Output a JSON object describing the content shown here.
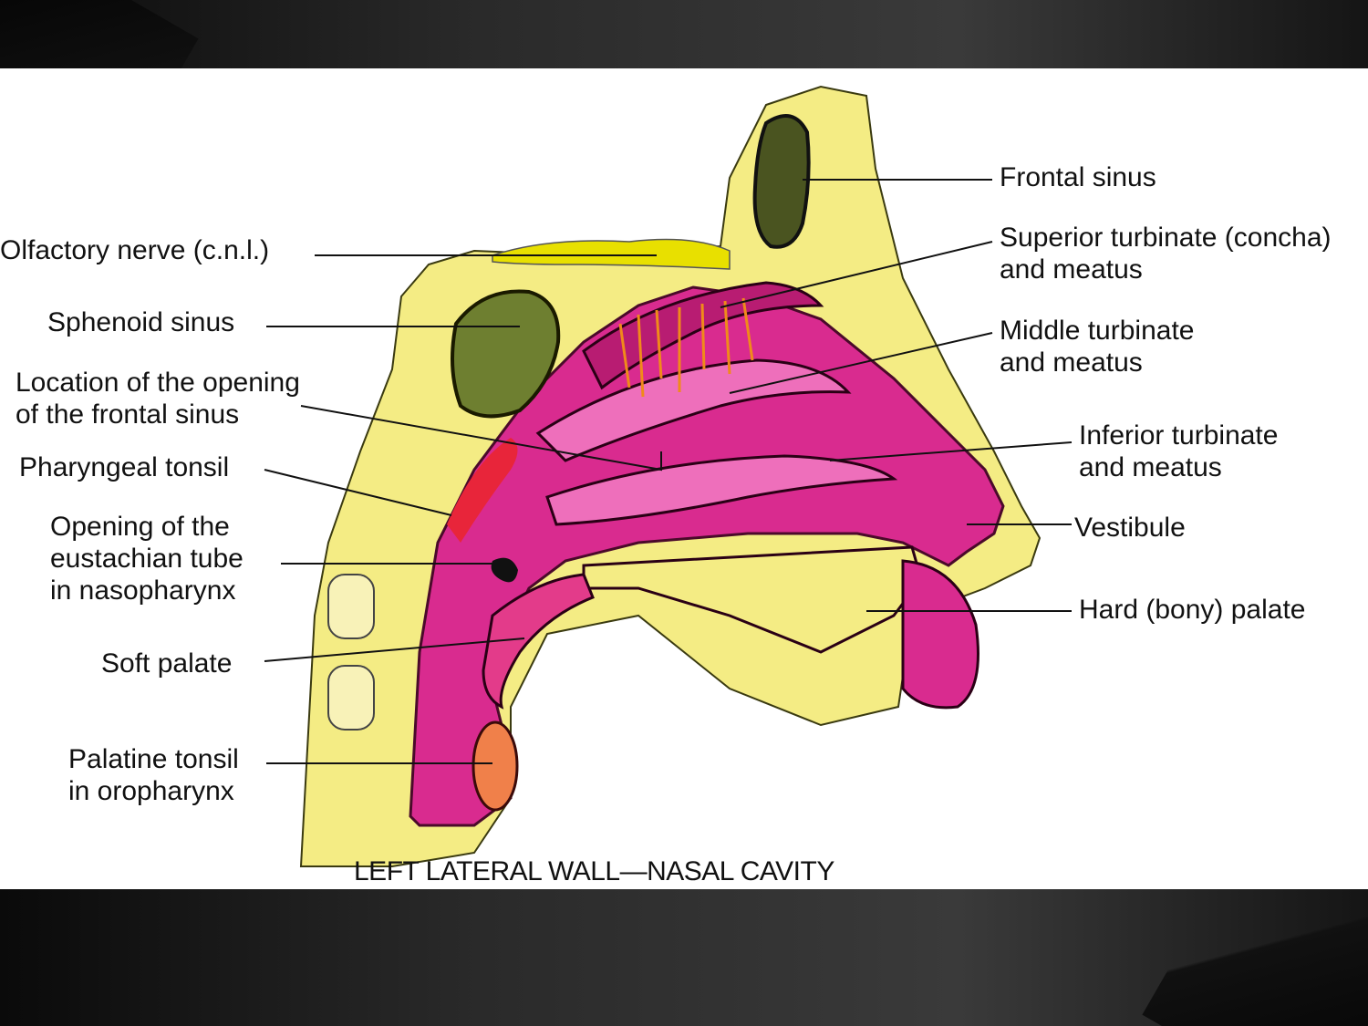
{
  "labels": {
    "frontal_sinus": "Frontal sinus",
    "superior_turbinate": [
      "Superior turbinate (concha)",
      "and meatus"
    ],
    "middle_turbinate": [
      "Middle turbinate",
      "and meatus"
    ],
    "inferior_turbinate": [
      "Inferior turbinate",
      "and meatus"
    ],
    "vestibule": "Vestibule",
    "hard_palate": "Hard (bony) palate",
    "olfactory_nerve": "Olfactory nerve (c.n.l.)",
    "sphenoid_sinus": "Sphenoid sinus",
    "frontal_opening": [
      "Location of the opening",
      "of the frontal sinus"
    ],
    "pharyngeal_tonsil": "Pharyngeal tonsil",
    "eustachian": [
      "Opening of the",
      "eustachian tube",
      "in nasopharynx"
    ],
    "soft_palate": "Soft palate",
    "palatine_tonsil": [
      "Palatine tonsil",
      "in oropharynx"
    ]
  },
  "caption": "LEFT LATERAL WALL—NASAL CAVITY",
  "colors": {
    "bone": "#f4ec84",
    "mucosa": "#d92b8f",
    "mucosa_light": "#ee6fbb",
    "tonsil": "#e8253a",
    "sinus": "#5d6e2a",
    "background": "#ffffff"
  }
}
